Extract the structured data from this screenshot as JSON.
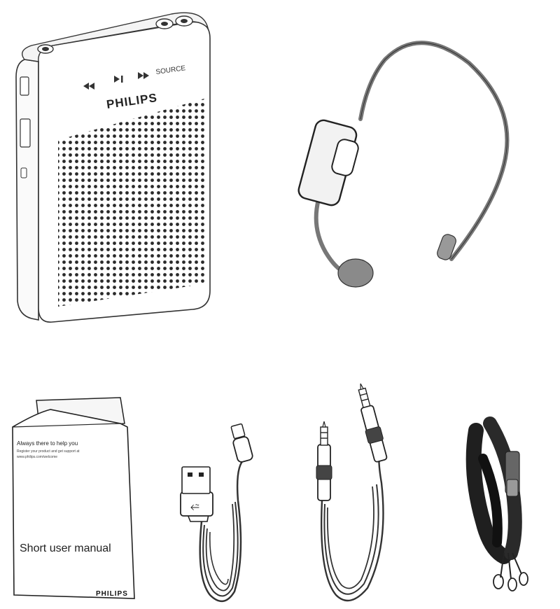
{
  "speaker": {
    "brand": "PHILIPS",
    "source_label": "SOURCE",
    "controls": [
      "prev-icon",
      "play-pause-icon",
      "next-icon"
    ]
  },
  "headset": {
    "icon": "headset-microphone-icon"
  },
  "manual": {
    "header_line1": "Always there to help you",
    "header_line2": "Register your product and get support at",
    "header_line3": "www.philips.com/welcome",
    "title": "Short user manual",
    "brand": "PHILIPS"
  },
  "usb_cable": {
    "icon": "usb-cable-icon",
    "usb_symbol": "⭉"
  },
  "aux_cable": {
    "icon": "aux-cable-icon"
  },
  "lanyard": {
    "icon": "lanyard-strap-icon"
  }
}
